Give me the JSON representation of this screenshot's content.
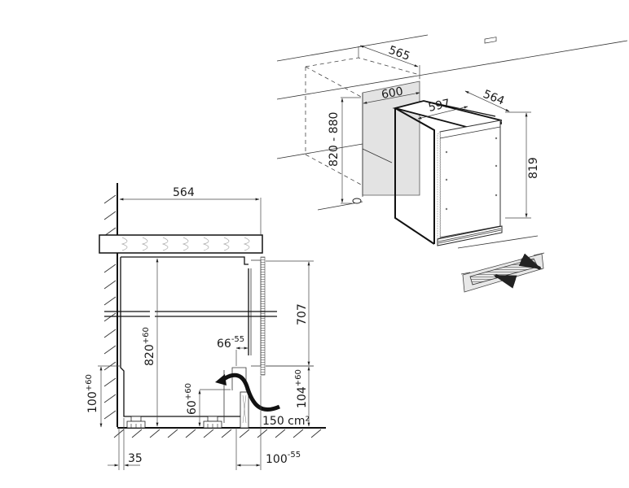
{
  "figure": {
    "type": "built-in under-counter refrigerator installation drawing",
    "units": "mm"
  },
  "isometric_view": {
    "niche": {
      "depth_label": "565",
      "width_label": "600",
      "height_label": "820 - 880"
    },
    "appliance": {
      "width_label": "597",
      "depth_label": "564",
      "height_label": "819"
    }
  },
  "ventilation_grille_view": {
    "arrows": [
      "air-in",
      "air-out"
    ]
  },
  "side_section_view": {
    "worktop_depth_label": "564",
    "niche_height": {
      "base": "820",
      "tolerance": "+60"
    },
    "door_height_label": "707",
    "door_offset": {
      "base": "66",
      "tolerance": "-55"
    },
    "plinth_height": {
      "base": "100",
      "tolerance": "+60"
    },
    "foot_height": {
      "base": "60",
      "tolerance": "+60"
    },
    "vent_height": {
      "base": "104",
      "tolerance": "+60"
    },
    "vent_area_label": "150 cm²",
    "wall_gap_label": "35",
    "plinth_setback": {
      "base": "100",
      "tolerance": "-55"
    }
  }
}
